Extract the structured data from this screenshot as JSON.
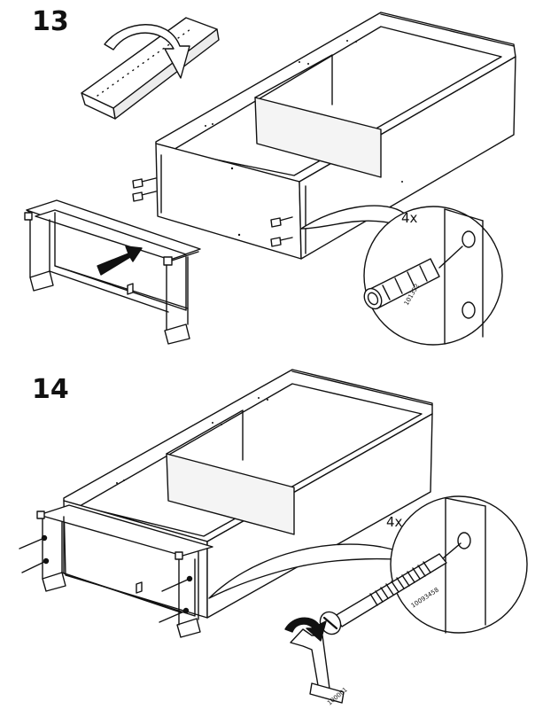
{
  "steps": [
    {
      "number": "13",
      "callout": {
        "quantity": "4x",
        "part_code": "101352"
      }
    },
    {
      "number": "14",
      "callout": {
        "quantity": "4x",
        "part_code": "10093458"
      },
      "tool_code": "100001"
    }
  ]
}
